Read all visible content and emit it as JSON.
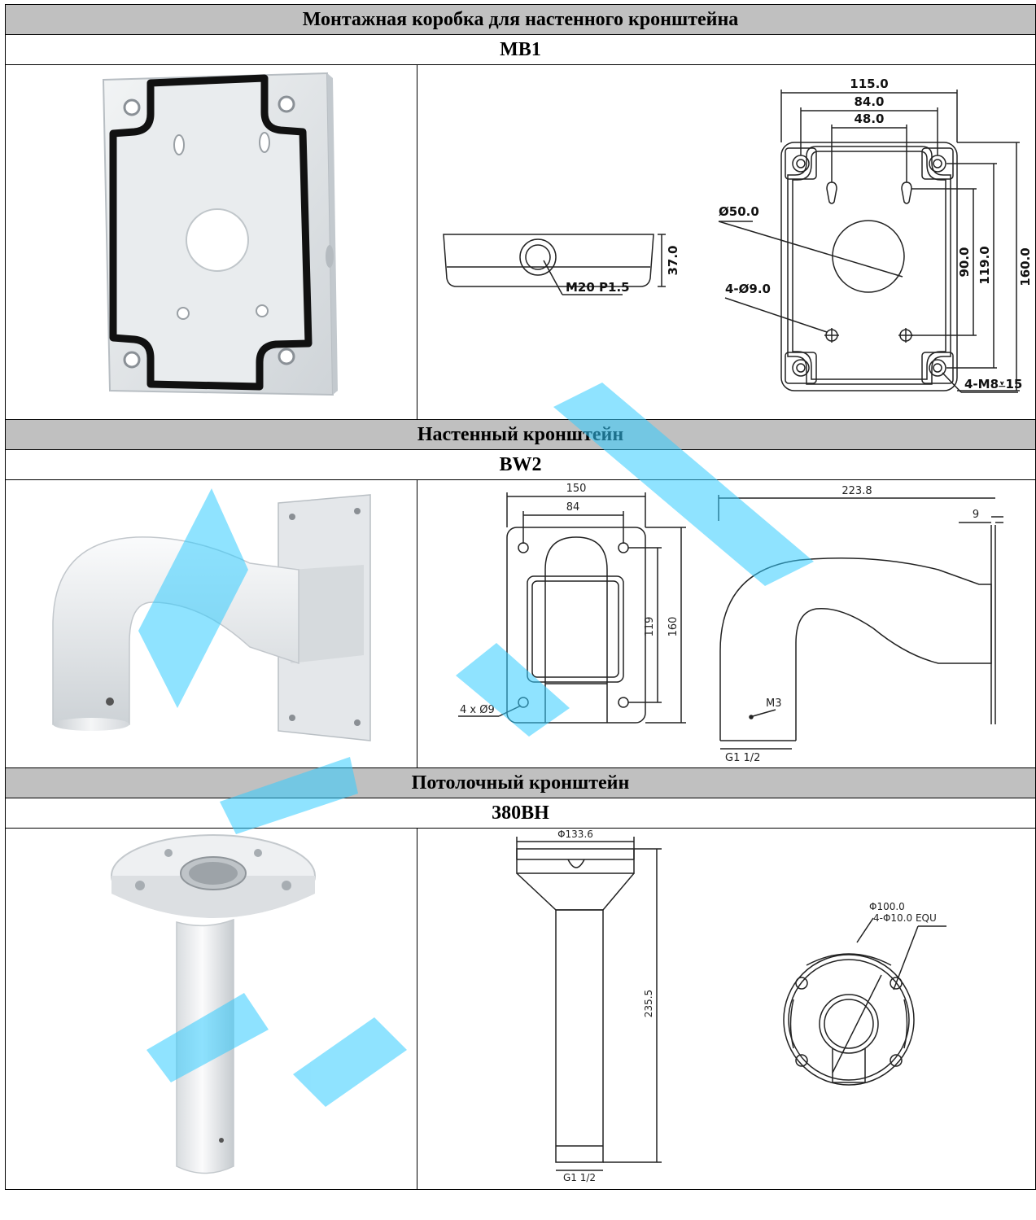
{
  "sections": [
    {
      "title": "Монтажная коробка для настенного кронштейна",
      "model": "MB1",
      "dims": {
        "d1": "115.0",
        "d2": "84.0",
        "d3": "48.0",
        "d4": "Ø50.0",
        "d5": "4-Ø9.0",
        "d6": "37.0",
        "d7": "M20 P1.5",
        "d8": "90.0",
        "d9": "119.0",
        "d10": "160.0",
        "d11": "4-M8⩡15"
      }
    },
    {
      "title": "Настенный кронштейн",
      "model": "BW2",
      "dims": {
        "d1": "150",
        "d2": "84",
        "d3": "119",
        "d4": "160",
        "d5": "4 x Ø9",
        "d6": "223.8",
        "d7": "9",
        "d8": "M3",
        "d9": "G1 1/2"
      }
    },
    {
      "title": "Потолочный кронштейн",
      "model": "380BH",
      "dims": {
        "d1": "Φ133.6",
        "d2": "235.5",
        "d3": "G1 1/2",
        "d4": "Φ100.0",
        "d5": "4-Φ10.0  EQU"
      }
    }
  ],
  "colors": {
    "header_bg": "#c0c0c0",
    "watermark": "#33ccff",
    "line": "#222222"
  }
}
